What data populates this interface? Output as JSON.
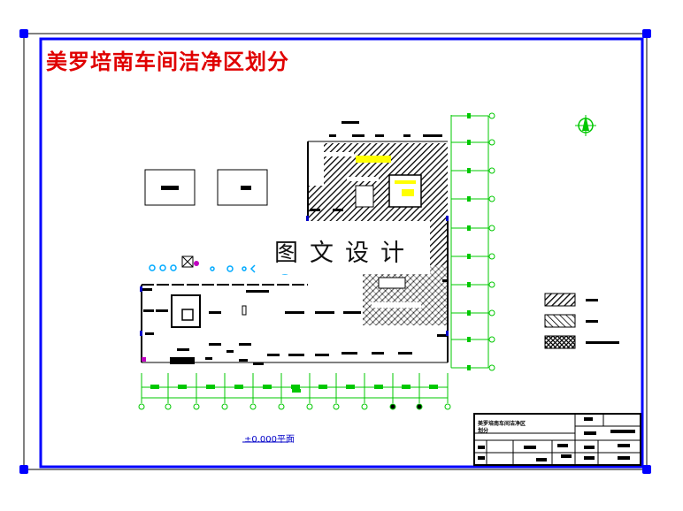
{
  "drawing": {
    "title": "美罗培南车间洁净区划分",
    "watermark": "图文设计",
    "elevation_caption": "±0.000平面"
  },
  "title_block": {
    "project_name_line1": "美罗培南车间洁净区",
    "project_name_line2": "划分"
  },
  "colors": {
    "frame": "#0000ff",
    "title": "#e00000",
    "axis": "#00c800",
    "lines": "#000000",
    "highlight": "#ffff00",
    "accent": "#00aaff",
    "magenta": "#c000c0"
  },
  "icons": {
    "north_arrow": "north-arrow-icon"
  }
}
